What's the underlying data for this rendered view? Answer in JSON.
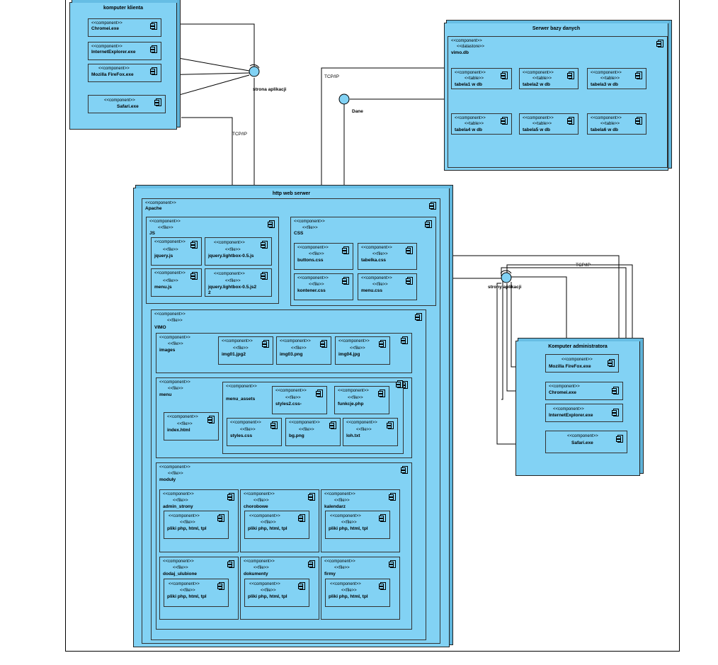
{
  "client": {
    "title": "komputer klienta",
    "components": [
      {
        "stereo": "<<component>>",
        "name": "Chromei.exe"
      },
      {
        "stereo": "<<component>>",
        "name": "InternetExplorer.exe"
      },
      {
        "stereo": "<<component>>",
        "name": "Mozilla FireFox.exe"
      },
      {
        "stereo": "<<component>>",
        "name": "Safari.exe"
      }
    ]
  },
  "db_server": {
    "title": "Serwer bazy danych",
    "datastore": {
      "stereo1": "<<component>>",
      "stereo2": "<<datastore>>",
      "name": "vimo.db"
    },
    "tables": [
      {
        "stereo1": "<<component>>",
        "stereo2": "<<table>>",
        "name": "tabela1 w db"
      },
      {
        "stereo1": "<<component>>",
        "stereo2": "<<table>>",
        "name": "tabela2 w db"
      },
      {
        "stereo1": "<<component>>",
        "stereo2": "<<table>>",
        "name": "tabela3 w db"
      },
      {
        "stereo1": "<<component>>",
        "stereo2": "<<table>>",
        "name": "tabela4 w db"
      },
      {
        "stereo1": "<<component>>",
        "stereo2": "<<table>>",
        "name": "tabela5 w db"
      },
      {
        "stereo1": "<<component>>",
        "stereo2": "<<table>>",
        "name": "tabela6 w db"
      }
    ]
  },
  "labels": {
    "strona_aplikacji": "strona aplikacji",
    "tcp_ip_1": "TCP/IP",
    "tcp_ip_2": "TCP/IP",
    "tcp_ip_3": "TCP/IP",
    "dane": "Dane",
    "strony_aplikacji": "strony aplikacji"
  },
  "web_server": {
    "title": "http web serwer",
    "apache": {
      "stereo": "<<component>>",
      "name": "Apache"
    },
    "js": {
      "stereo1": "<<component>>",
      "stereo2": "<<file>>",
      "name": "JS",
      "files": [
        {
          "stereo1": "<<component>>",
          "stereo2": "<<file>>",
          "name": "jquery.js"
        },
        {
          "stereo1": "<<component>>",
          "stereo2": "<<file>>",
          "name": "jquery.lightbox-0.5.js"
        },
        {
          "stereo1": "<<component>>",
          "stereo2": "<<file>>",
          "name": "menu.js"
        },
        {
          "stereo1": "<<component>>",
          "stereo2": "<<file>>",
          "name": "jquery.lightbox-0.5.js2",
          "name2": "2"
        }
      ]
    },
    "css": {
      "stereo1": "<<component>>",
      "stereo2": "<<file>>",
      "name": "CSS",
      "files": [
        {
          "stereo1": "<<component>>",
          "stereo2": "<<file>>",
          "name": "buttons.css"
        },
        {
          "stereo1": "<<component>>",
          "stereo2": "<<file>>",
          "name": "tabelka.css"
        },
        {
          "stereo1": "<<component>>",
          "stereo2": "<<file>>",
          "name": "kontener.css"
        },
        {
          "stereo1": "<<component>>",
          "stereo2": "<<file>>",
          "name": "menu.css"
        }
      ]
    },
    "vimo": {
      "stereo1": "<<component>>",
      "stereo2": "<<file>>",
      "name": "VIMO",
      "images": {
        "stereo1": "<<component>>",
        "stereo2": "<<file>>",
        "name": "images",
        "files": [
          {
            "stereo1": "<<component>>",
            "stereo2": "<<file>>",
            "name": "img01.jpg2"
          },
          {
            "stereo1": "<<component>>",
            "stereo2": "<<file>>",
            "name": "img03.png"
          },
          {
            "stereo1": "<<component>>",
            "stereo2": "<<file>>",
            "name": "img04.jpg"
          }
        ]
      },
      "menu": {
        "stereo1": "<<component>>",
        "stereo2": "<<file>>",
        "name": "menu",
        "index": {
          "stereo1": "<<component>>",
          "stereo2": "<<file>>",
          "name": "index.html"
        },
        "assets": {
          "stereo": "<<component>>",
          "name": "menu_assets",
          "files": [
            {
              "stereo1": "<<component>>",
              "stereo2": "<<file>>",
              "name": "styles2.css-"
            },
            {
              "stereo1": "<<component>>",
              "stereo2": "<<file>>",
              "name": "funkcje.php"
            },
            {
              "stereo1": "<<component>>",
              "stereo2": "<<file>>",
              "name": "styles.css"
            },
            {
              "stereo1": "<<component>>",
              "stereo2": "<<file>>",
              "name": "bg.png"
            },
            {
              "stereo1": "<<component>>",
              "stereo2": "<<file>>",
              "name": "loh.txt"
            }
          ]
        }
      },
      "moduly": {
        "stereo1": "<<component>>",
        "stereo2": "<<file>>",
        "name": "moduły",
        "modules": [
          {
            "stereo1": "<<component>>",
            "stereo2": "<<file>>",
            "name": "admin_strony",
            "inner": {
              "stereo1": "<<component>>",
              "stereo2": "<<file>>",
              "name": "pliki php, html, tpl"
            }
          },
          {
            "stereo1": "<<component>>",
            "stereo2": "<<file>>",
            "name": "chorobowe",
            "inner": {
              "stereo1": "<<component>>",
              "stereo2": "<<file>>",
              "name": "pliki php, html, tpl"
            }
          },
          {
            "stereo1": "<<component>>",
            "stereo2": "<<file>>",
            "name": "kalendarz",
            "inner": {
              "stereo1": "<<component>>",
              "stereo2": "<<file>>",
              "name": "pliki php, html, tpl"
            }
          },
          {
            "stereo1": "<<component>>",
            "stereo2": "<<file>>",
            "name": "dodaj_ulubione",
            "inner": {
              "stereo1": "<<component>>",
              "stereo2": "<<file>>",
              "name": "pliki php, html, tpl"
            }
          },
          {
            "stereo1": "<<component>>",
            "stereo2": "<<file>>",
            "name": "dokumenty",
            "inner": {
              "stereo1": "<<component>>",
              "stereo2": "<<file>>",
              "name": "pliki php, html, tpl"
            }
          },
          {
            "stereo1": "<<component>>",
            "stereo2": "<<file>>",
            "name": "firmy",
            "inner": {
              "stereo1": "<<component>>",
              "stereo2": "<<file>>",
              "name": "pliki php, html, tpl"
            }
          }
        ]
      }
    }
  },
  "admin": {
    "title": "Komputer administratora",
    "components": [
      {
        "stereo": "<<component>>",
        "name": "Mozilla FireFox.exe"
      },
      {
        "stereo": "<<component>>",
        "name": "Chromei.exe"
      },
      {
        "stereo": "<<component>>",
        "name": "InternetExplorer.exe"
      },
      {
        "stereo": "<<component>>",
        "name": "Safari.exe"
      }
    ]
  }
}
